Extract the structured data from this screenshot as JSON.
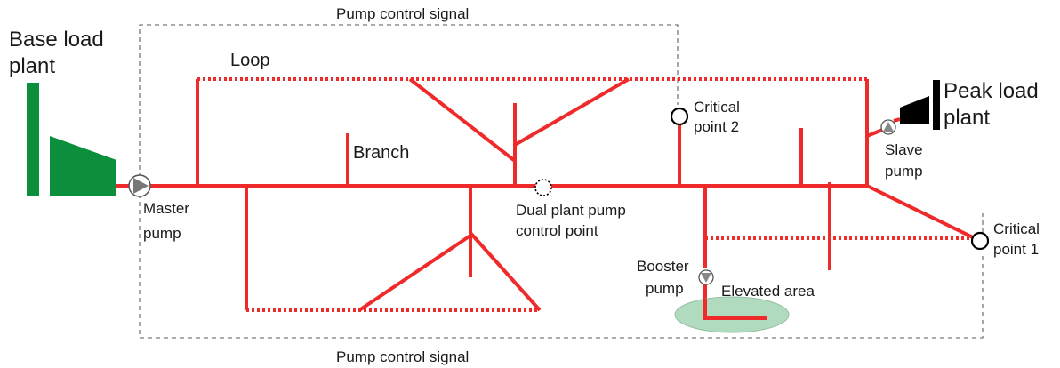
{
  "labels": {
    "base_load_plant_line1": "Base load",
    "base_load_plant_line2": "plant",
    "peak_load_plant_line1": "Peak load",
    "peak_load_plant_line2": "plant",
    "pump_control_signal_top": "Pump control signal",
    "pump_control_signal_bottom": "Pump control signal",
    "loop": "Loop",
    "branch": "Branch",
    "critical_point_2_line1": "Critical",
    "critical_point_2_line2": "point 2",
    "critical_point_1_line1": "Critical",
    "critical_point_1_line2": "point 1",
    "master_pump_line1": "Master",
    "master_pump_line2": "pump",
    "slave_pump_line1": "Slave",
    "slave_pump_line2": "pump",
    "booster_pump_line1": "Booster",
    "booster_pump_line2": "pump",
    "dual_control_line1": "Dual plant pump",
    "dual_control_line2": "control point",
    "elevated_area": "Elevated area"
  },
  "colors": {
    "pipe": "#ee2a2a",
    "base_plant": "#0b8f3c",
    "peak_plant": "#000000",
    "elevated_area_fill": "#a8d8b9",
    "signal_line": "#7a7a7a"
  }
}
